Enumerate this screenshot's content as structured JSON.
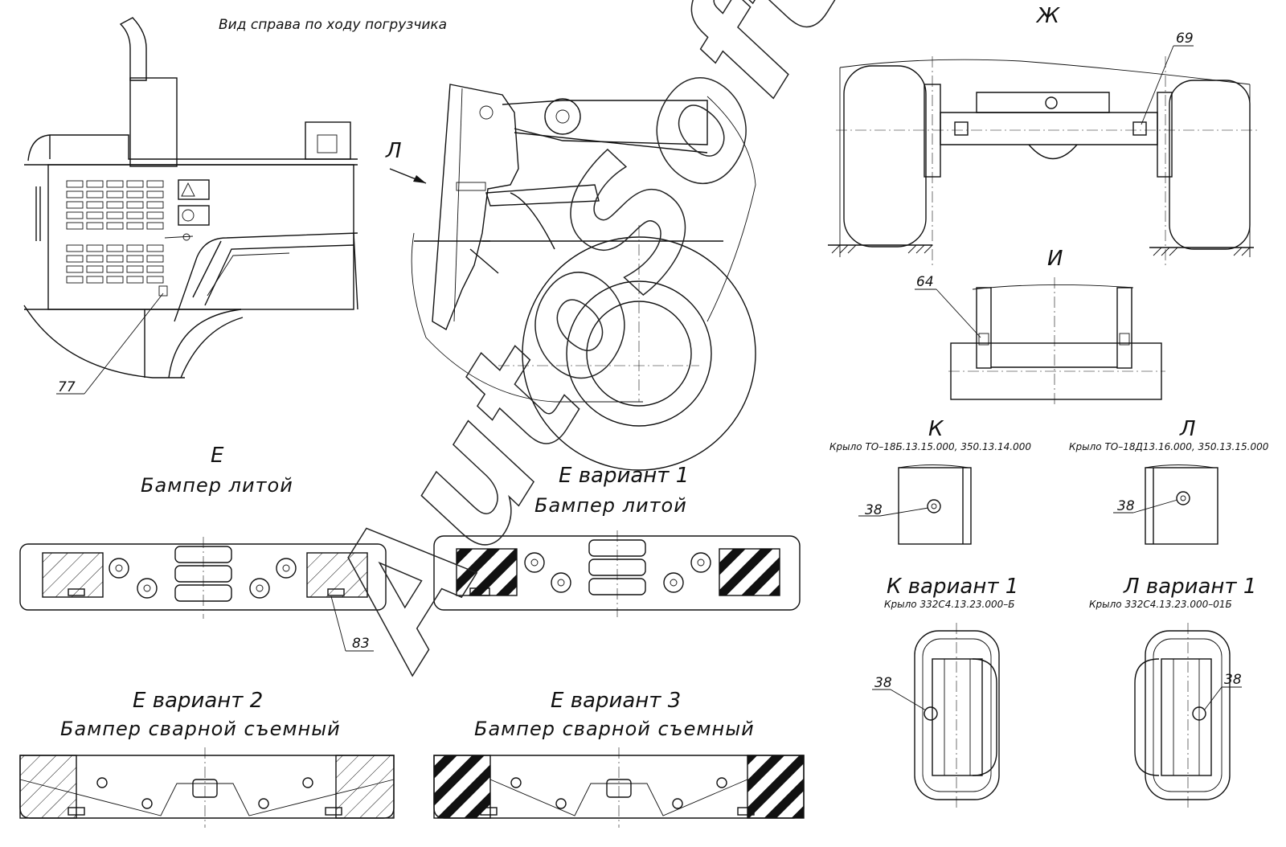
{
  "labels": {
    "view_right": "Вид справа по ходу погрузчика",
    "L_arrow": "Л",
    "Zh": "Ж",
    "I": "И",
    "K": "К",
    "K_sub": "Крыло  ТО–18Б.13.15.000,  350.13.14.000",
    "L": "Л",
    "L_sub": "Крыло  ТО–18Д13.16.000,  350.13.15.000",
    "K_var1": "К  вариант  1",
    "K_var1_sub": "Крыло  332С4.13.23.000–Б",
    "L_var1": "Л  вариант  1",
    "L_var1_sub": "Крыло  332С4.13.23.000–01Б",
    "E": "Е",
    "E_sub": "Бампер  литой",
    "E_var1": "Е  вариант  1",
    "E_var1_sub": "Бампер  литой",
    "E_var2": "Е  вариант  2",
    "E_var2_sub": "Бампер  сварной  съемный",
    "E_var3": "Е  вариант  3",
    "E_var3_sub": "Бампер  сварной  съемный"
  },
  "callouts": {
    "n77": "77",
    "n69": "69",
    "n64": "64",
    "n38_k": "38",
    "n38_l": "38",
    "n38_kv1": "38",
    "n38_lv1": "38",
    "n83": "83"
  },
  "watermark": "AutoSoft"
}
